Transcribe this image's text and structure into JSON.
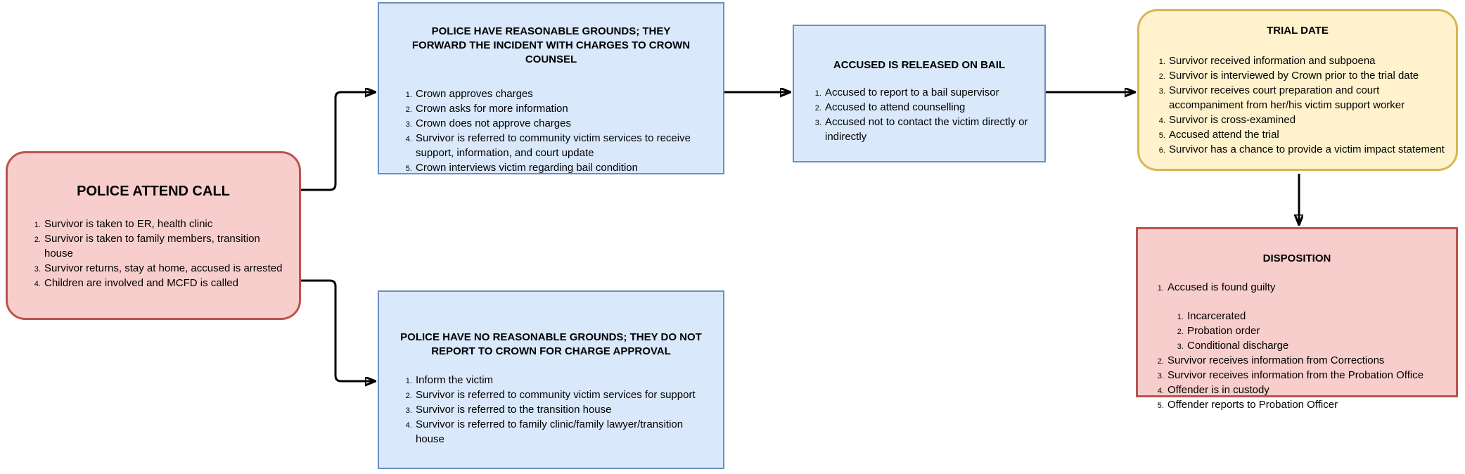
{
  "diagram": {
    "type": "flowchart",
    "background": "#ffffff",
    "colors": {
      "red_fill": "#f8cecc",
      "red_stroke": "#b85450",
      "blue_fill": "#dae8fc",
      "blue_stroke": "#6c8ebf",
      "yellow_fill": "#fff2cc",
      "yellow_stroke": "#d6b656",
      "connector": "#000000",
      "text": "#000000"
    },
    "nodes": [
      {
        "id": "police-attend-call",
        "shape": "rounded-rectangle",
        "theme": "red",
        "title": "POLICE ATTEND CALL",
        "items": [
          "Survivor is taken to ER, health clinic",
          "Survivor is taken to family members, transition house",
          "Survivor returns, stay at home, accused is arrested",
          "Children are involved and MCFD is called"
        ]
      },
      {
        "id": "reasonable-grounds",
        "shape": "rectangle",
        "theme": "blue",
        "title": "POLICE HAVE REASONABLE GROUNDS; THEY FORWARD THE INCIDENT WITH CHARGES TO CROWN COUNSEL",
        "items": [
          "Crown approves charges",
          "Crown asks for more information",
          "Crown does not approve charges",
          "Survivor is referred to community victim services to receive support, information, and court update",
          "Crown interviews victim regarding bail condition"
        ]
      },
      {
        "id": "released-on-bail",
        "shape": "rectangle",
        "theme": "blue",
        "title": "ACCUSED IS RELEASED ON BAIL",
        "items": [
          "Accused to report to a bail supervisor",
          "Accused to attend counselling",
          "Accused not to contact the victim directly or indirectly"
        ]
      },
      {
        "id": "trial-date",
        "shape": "rounded-rectangle",
        "theme": "yellow",
        "title": "TRIAL DATE",
        "items": [
          "Survivor received information and subpoena",
          "Survivor is interviewed by Crown prior to the trial date",
          "Survivor receives court preparation and court accompaniment from her/his victim support worker",
          "Survivor is cross-examined",
          "Accused attend the trial",
          "Survivor has a chance to provide a victim impact statement"
        ]
      },
      {
        "id": "disposition",
        "shape": "rectangle",
        "theme": "red",
        "title": "DISPOSITION",
        "items": [
          {
            "text": "Accused is found guilty",
            "children": [
              "Incarcerated",
              "Probation order",
              "Conditional discharge"
            ]
          },
          "Survivor receives information from Corrections",
          "Survivor receives information from the Probation Office",
          "Offender is in custody",
          "Offender reports to Probation Officer"
        ]
      },
      {
        "id": "no-reasonable-grounds",
        "shape": "rectangle",
        "theme": "blue",
        "title": "POLICE HAVE NO REASONABLE GROUNDS; THEY DO NOT REPORT TO CROWN FOR CHARGE APPROVAL",
        "items": [
          "Inform the victim",
          "Survivor is referred to community victim services for support",
          "Survivor is referred to the transition house",
          "Survivor is referred to family clinic/family lawyer/transition house"
        ]
      }
    ],
    "edges": [
      {
        "from": "police-attend-call",
        "to": "reasonable-grounds"
      },
      {
        "from": "police-attend-call",
        "to": "no-reasonable-grounds"
      },
      {
        "from": "reasonable-grounds",
        "to": "released-on-bail"
      },
      {
        "from": "released-on-bail",
        "to": "trial-date"
      },
      {
        "from": "trial-date",
        "to": "disposition"
      }
    ]
  }
}
